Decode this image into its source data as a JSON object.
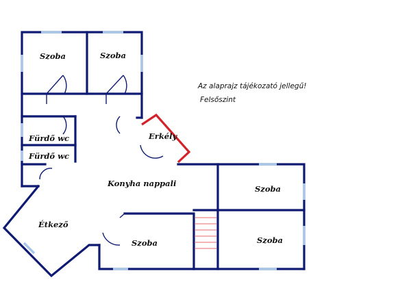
{
  "plan": {
    "note_line1": "Az alaprajz tájékozató jellegű!",
    "note_line2": "Felsőszint",
    "rooms": [
      {
        "id": "szoba-top-left",
        "label": "Szoba"
      },
      {
        "id": "szoba-top-right",
        "label": "Szoba"
      },
      {
        "id": "erkely",
        "label": "Erkély"
      },
      {
        "id": "furdo-wc-1",
        "label": "Fürdő wc"
      },
      {
        "id": "furdo-wc-2",
        "label": "Fürdő wc"
      },
      {
        "id": "konyha-nappali",
        "label": "Konyha nappali"
      },
      {
        "id": "etkezo",
        "label": "Étkező"
      },
      {
        "id": "szoba-bottom-middle",
        "label": "Szoba"
      },
      {
        "id": "szoba-right-upper",
        "label": "Szoba"
      },
      {
        "id": "szoba-right-lower",
        "label": "Szoba"
      }
    ],
    "colors": {
      "wall": "#0f1a72",
      "balcony_wall": "#d3232a",
      "window": "#a9c8e8",
      "stairs": "#e46a6a"
    }
  }
}
